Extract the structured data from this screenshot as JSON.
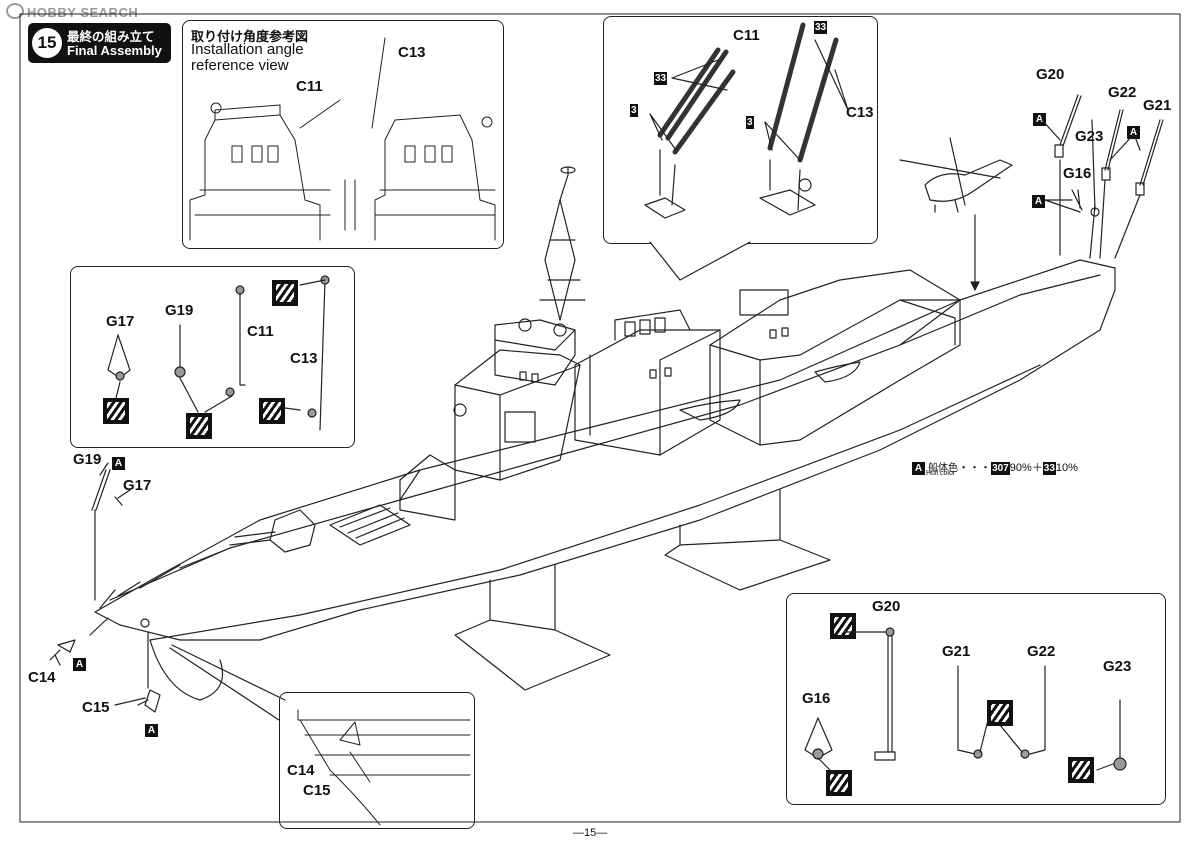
{
  "watermark": "HOBBY SEARCH",
  "step": {
    "number": "15",
    "title_ja": "最終の組み立て",
    "title_en": "Final Assembly"
  },
  "reference_view": {
    "title_ja": "取り付け角度参考図",
    "title_en_line1": "Installation angle",
    "title_en_line2": "reference view",
    "labels": [
      "C11",
      "C13"
    ]
  },
  "callout_top": {
    "labels": [
      "C11",
      "C13"
    ],
    "color_badges": [
      "33",
      "3",
      "33",
      "3"
    ]
  },
  "left_panel": {
    "labels": [
      "G17",
      "G19",
      "C11",
      "C13"
    ]
  },
  "main_parts": {
    "bow_labels": [
      "G19",
      "G17",
      "C14",
      "C15"
    ],
    "stern_labels": [
      "G20",
      "G22",
      "G21",
      "G23",
      "G16"
    ],
    "badge_letter": "A"
  },
  "hull_color": {
    "badge": "A",
    "label_ja": "船体色",
    "label_en": "Hull color",
    "dots": "・・・",
    "paint1": "307",
    "paint1_pct": "90%＋",
    "paint2": "33",
    "paint2_pct": "10%"
  },
  "bottom_left_detail": {
    "labels": [
      "C14",
      "C15"
    ]
  },
  "bottom_right_panel": {
    "labels": [
      "G20",
      "G21",
      "G22",
      "G16",
      "G23"
    ]
  },
  "page_number": "—15—"
}
